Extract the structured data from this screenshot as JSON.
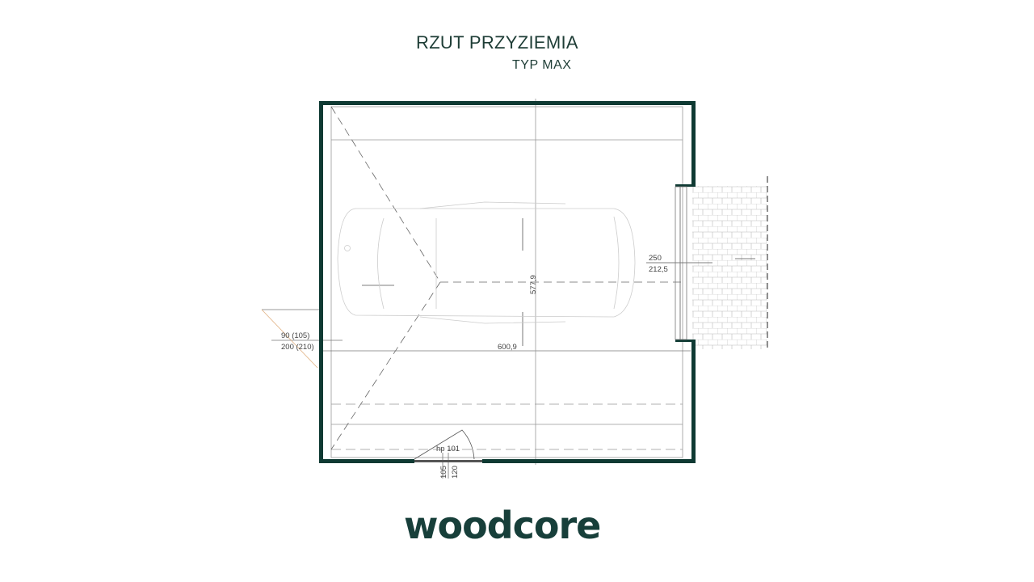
{
  "header": {
    "title": "RZUT PRZYZIEMIA",
    "subtitle": "TYP MAX"
  },
  "plan": {
    "dimensions": {
      "width_inner": "600,9",
      "depth_inner": "577,9",
      "window_top": "250",
      "window_bottom": "212,5",
      "door_top": "90 (105)",
      "door_bottom": "200 (210)",
      "gate_label": "hp 101",
      "gate_a": "105",
      "gate_b": "120"
    },
    "colors": {
      "wall": "#0f3a33",
      "line": "#8a8a8a",
      "text": "#1e3d36"
    }
  },
  "brand": {
    "logo_text": "woodcore"
  }
}
